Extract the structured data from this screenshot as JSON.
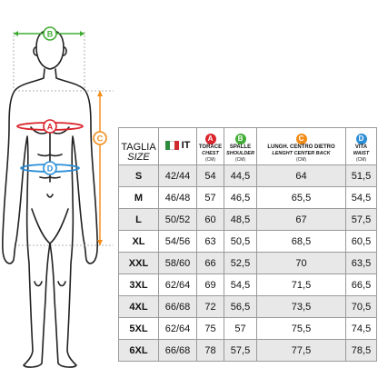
{
  "markers": {
    "a": {
      "letter": "A",
      "color": "#d9252b"
    },
    "b": {
      "letter": "B",
      "color": "#41ad35"
    },
    "c": {
      "letter": "C",
      "color": "#f28c17"
    },
    "d": {
      "letter": "D",
      "color": "#2c8fd6"
    }
  },
  "flag_colors": [
    "#2e8b3e",
    "#ffffff",
    "#d02c2f"
  ],
  "table": {
    "size_header": {
      "label": "TAGLIA",
      "sub": "SIZE"
    },
    "it_header": "IT",
    "columns": [
      {
        "badge": "A",
        "label": "TORACE",
        "sub": "CHEST",
        "unit": "(CM)"
      },
      {
        "badge": "B",
        "label": "SPALLE",
        "sub": "SHOULDER",
        "unit": "(CM)"
      },
      {
        "badge": "C",
        "label": "LUNGH. CENTRO DIETRO",
        "sub": "LENGHT CENTER BACK",
        "unit": "(CM)"
      },
      {
        "badge": "D",
        "label": "VITA",
        "sub": "WAIST",
        "unit": "(CM)"
      }
    ],
    "rows": [
      {
        "size": "S",
        "it": "42/44",
        "chest": "54",
        "shoulder": "44,5",
        "length": "64",
        "waist": "51,5"
      },
      {
        "size": "M",
        "it": "46/48",
        "chest": "57",
        "shoulder": "46,5",
        "length": "65,5",
        "waist": "54,5"
      },
      {
        "size": "L",
        "it": "50/52",
        "chest": "60",
        "shoulder": "48,5",
        "length": "67",
        "waist": "57,5"
      },
      {
        "size": "XL",
        "it": "54/56",
        "chest": "63",
        "shoulder": "50,5",
        "length": "68,5",
        "waist": "60,5"
      },
      {
        "size": "XXL",
        "it": "58/60",
        "chest": "66",
        "shoulder": "52,5",
        "length": "70",
        "waist": "63,5"
      },
      {
        "size": "3XL",
        "it": "62/64",
        "chest": "69",
        "shoulder": "54,5",
        "length": "71,5",
        "waist": "66,5"
      },
      {
        "size": "4XL",
        "it": "66/68",
        "chest": "72",
        "shoulder": "56,5",
        "length": "73,5",
        "waist": "70,5"
      },
      {
        "size": "5XL",
        "it": "62/64",
        "chest": "75",
        "shoulder": "57",
        "length": "75,5",
        "waist": "74,5"
      },
      {
        "size": "6XL",
        "it": "66/68",
        "chest": "78",
        "shoulder": "57,5",
        "length": "77,5",
        "waist": "78,5"
      }
    ]
  }
}
